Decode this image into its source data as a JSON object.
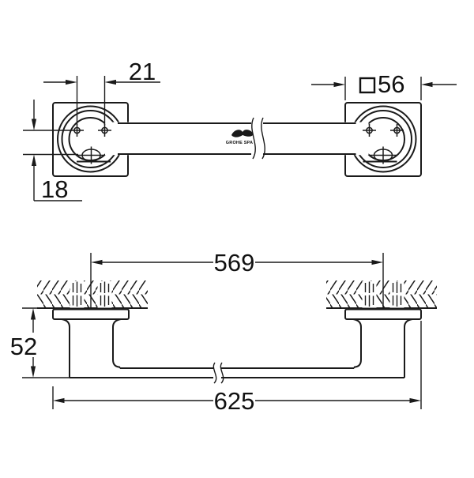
{
  "drawing": {
    "type": "technical-dimension-drawing",
    "product": "wall-mounted towel bar",
    "views": {
      "front_view": "front elevation with wall plates and bar",
      "plan_view": "top view with wall section hatching"
    },
    "dimensions": {
      "hole_spacing": "21",
      "square_size": "56",
      "square_symbol": "□",
      "hole_offset": "18",
      "mount_centers": "569",
      "wall_depth": "52",
      "overall_length": "625"
    },
    "logo_text": "GROHE SPA",
    "colors": {
      "line": "#1a1a1a",
      "background": "#ffffff"
    }
  }
}
